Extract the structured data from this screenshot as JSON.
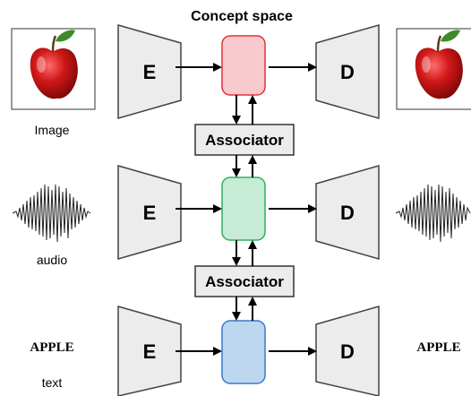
{
  "title": "Concept space",
  "encoder_label": "E",
  "decoder_label": "D",
  "associator_label": "Associator",
  "rows": [
    {
      "caption": "Image",
      "output_caption": "",
      "concept_color": "#f8c9cd",
      "concept_stroke": "#e0323c"
    },
    {
      "caption": "audio",
      "output_caption": "",
      "concept_color": "#c6ebd7",
      "concept_stroke": "#2eb05c"
    },
    {
      "caption": "text",
      "input_text": "APPLE",
      "output_text": "APPLE",
      "concept_color": "#bdd7ee",
      "concept_stroke": "#3c78c8"
    }
  ],
  "colors": {
    "block_fill": "#ececec",
    "block_stroke": "#444444"
  }
}
